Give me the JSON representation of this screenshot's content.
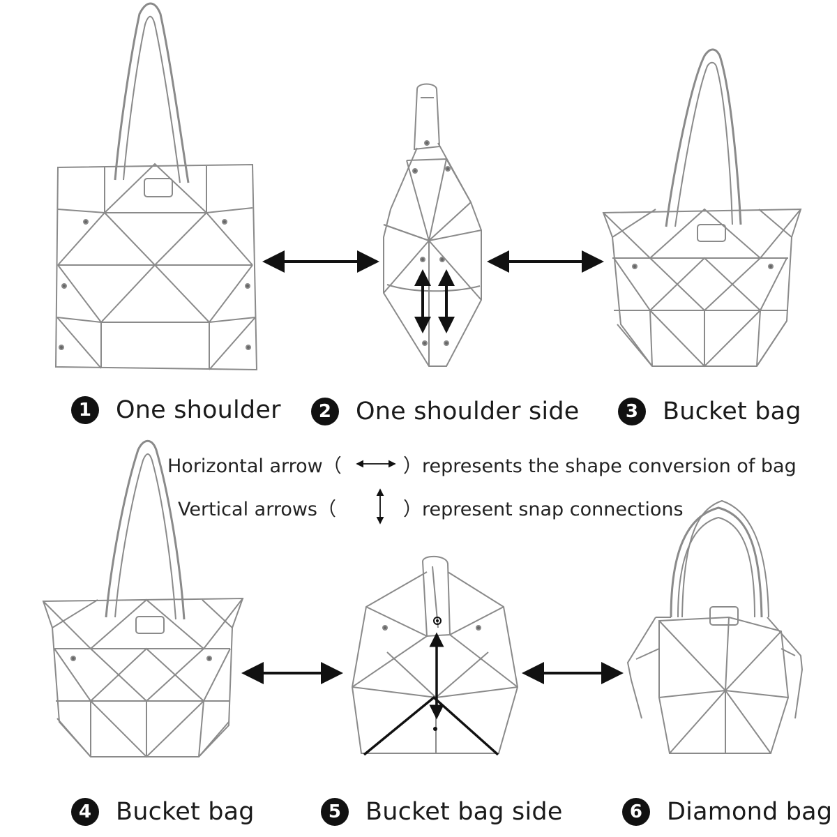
{
  "captions": [
    {
      "num": "1",
      "label": "One shoulder"
    },
    {
      "num": "2",
      "label": "One shoulder side"
    },
    {
      "num": "3",
      "label": "Bucket bag"
    },
    {
      "num": "4",
      "label": "Bucket bag"
    },
    {
      "num": "5",
      "label": "Bucket bag side"
    },
    {
      "num": "6",
      "label": "Diamond bag"
    }
  ],
  "legend": {
    "horizontal_prefix": "Horizontal arrow（",
    "horizontal_suffix": "）represents the shape conversion of bag",
    "vertical_prefix": "Vertical arrows（",
    "vertical_suffix": "）represent snap connections"
  },
  "colors": {
    "line": "#8a8a8a",
    "arrow": "#111111"
  }
}
